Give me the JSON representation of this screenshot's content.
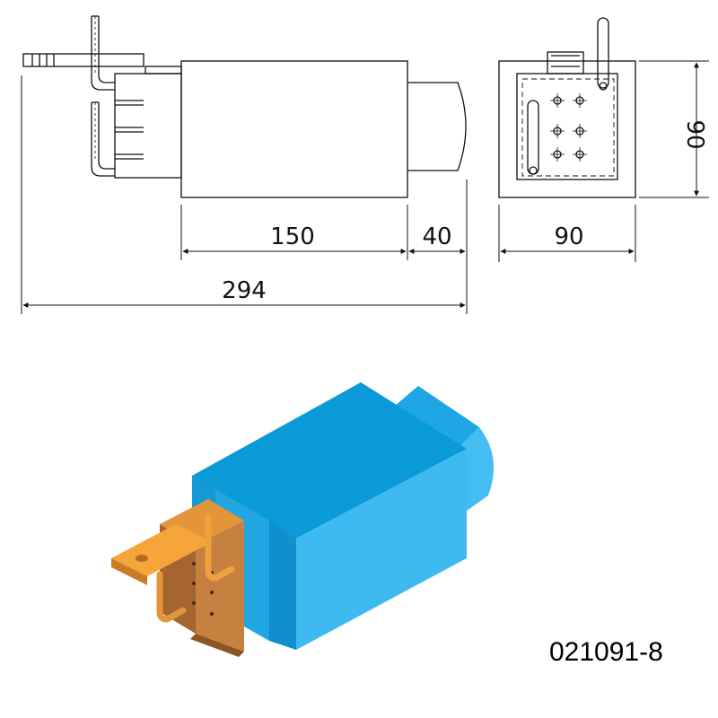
{
  "dimensions": {
    "body_length": "150",
    "cap_length": "40",
    "overall_length": "294",
    "width": "90",
    "height": "90"
  },
  "part_number": "021091-8",
  "colors": {
    "line": "#111111",
    "housing_blue": "#35b6ee",
    "housing_blue_dark": "#0a9ad7",
    "terminal_orange": "#f0a23a",
    "terminal_brown": "#c07a40"
  }
}
